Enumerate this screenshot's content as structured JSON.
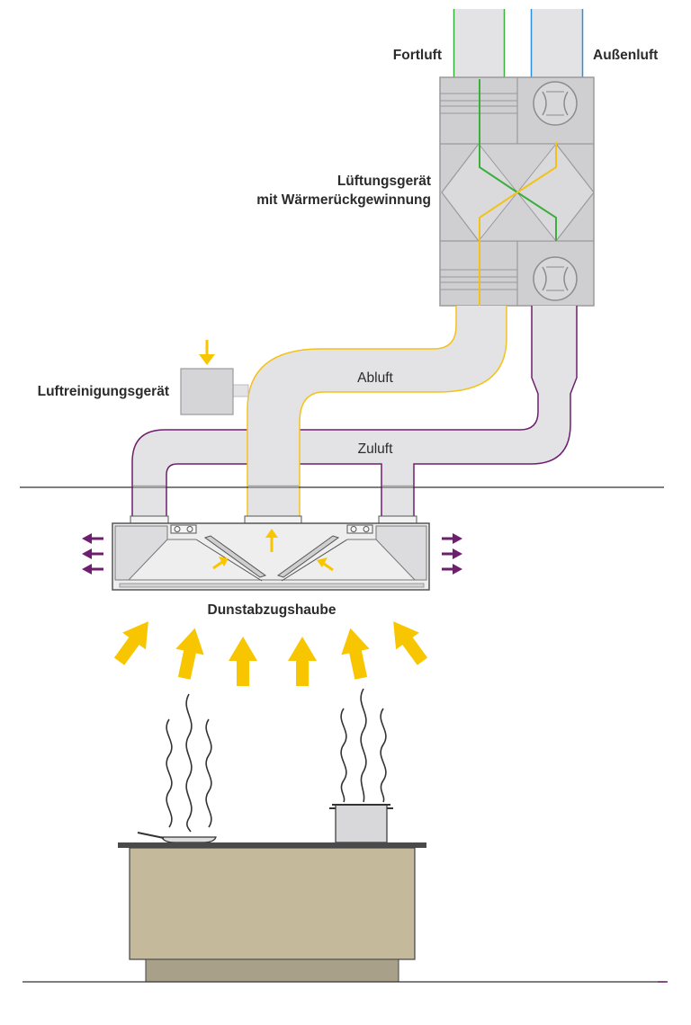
{
  "labels": {
    "fortluft": "Fortluft",
    "aussenluft": "Außenluft",
    "device_line1": "Lüftungsgerät",
    "device_line2": "mit Wärmerückgewinnung",
    "luftreinigung": "Luftreinigungsgerät",
    "abluft": "Abluft",
    "zuluft": "Zuluft",
    "hood": "Dunstabzugshaube"
  },
  "colors": {
    "duct_fill": "#e3e3e5",
    "unit_fill": "#cfcfd1",
    "unit_stroke": "#9a9a9c",
    "fortluft_line": "#3cae3c",
    "aussenluft_line": "#2d8fdc",
    "abluft_line": "#f3c21a",
    "zuluft_line": "#6e1e6e",
    "arrow_yellow": "#f8c600",
    "arrow_purple": "#6e1e6e",
    "counter_fill": "#c4b99a",
    "base_fill": "#a9a089",
    "countertop": "#4a4a4a"
  }
}
